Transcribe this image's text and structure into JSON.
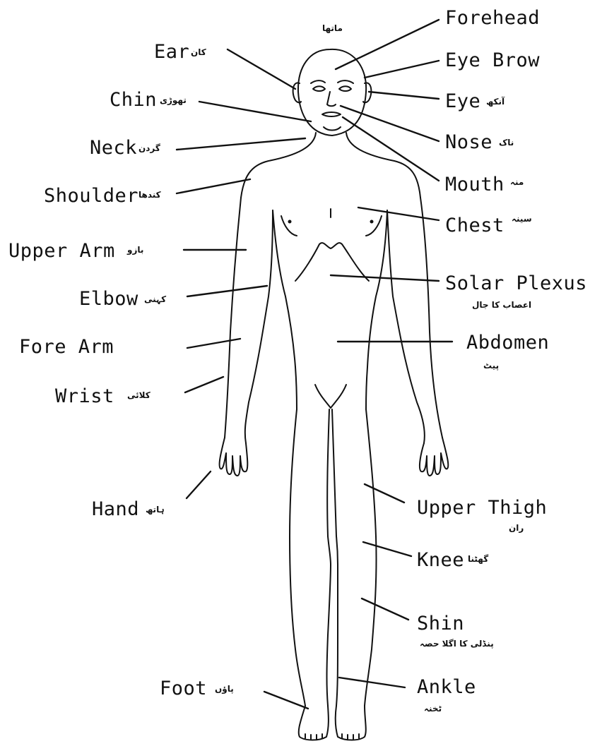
{
  "labels": {
    "forehead": {
      "en": "Forehead",
      "ur": "ماتھا"
    },
    "ear": {
      "en": "Ear",
      "ur": "کان"
    },
    "eye_brow": {
      "en": "Eye Brow"
    },
    "chin": {
      "en": "Chin",
      "ur": "تھوڑی"
    },
    "eye": {
      "en": "Eye",
      "ur": "آنکھ"
    },
    "neck": {
      "en": "Neck",
      "ur": "گردن"
    },
    "nose": {
      "en": "Nose",
      "ur": "ناک"
    },
    "mouth": {
      "en": "Mouth",
      "ur": "منہ"
    },
    "shoulder": {
      "en": "Shoulder",
      "ur": "کندھا"
    },
    "chest": {
      "en": "Chest",
      "ur": "سینہ"
    },
    "upper_arm": {
      "en": "Upper Arm",
      "ur": "بازو"
    },
    "solar_plexus": {
      "en": "Solar Plexus",
      "ur": "اعصاب کا جال"
    },
    "elbow": {
      "en": "Elbow",
      "ur": "کہنی"
    },
    "fore_arm": {
      "en": "Fore Arm"
    },
    "abdomen": {
      "en": "Abdomen",
      "ur": "پیٹ"
    },
    "wrist": {
      "en": "Wrist",
      "ur": "کلائی"
    },
    "hand": {
      "en": "Hand",
      "ur": "ہاتھ"
    },
    "upper_thigh": {
      "en": "Upper Thigh",
      "ur": "ران"
    },
    "knee": {
      "en": "Knee",
      "ur": "گھٹنا"
    },
    "shin": {
      "en": "Shin",
      "ur": "پنڈلی کا اگلا حصہ"
    },
    "foot": {
      "en": "Foot",
      "ur": "پاؤں"
    },
    "ankle": {
      "en": "Ankle",
      "ur": "ٹخنہ"
    }
  }
}
